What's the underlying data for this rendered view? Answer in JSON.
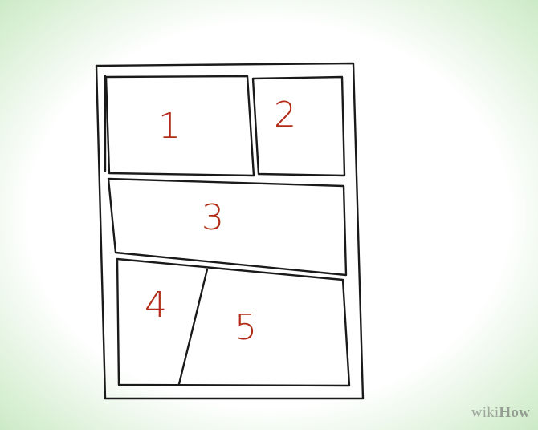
{
  "colors": {
    "background": "#ffffff",
    "vignette": "#c9e9c3",
    "border_stroke": "#1a1a1a",
    "label": "#b22b17"
  },
  "panels": [
    {
      "label": "1"
    },
    {
      "label": "2"
    },
    {
      "label": "3"
    },
    {
      "label": "4"
    },
    {
      "label": "5"
    }
  ],
  "watermark": {
    "brand_prefix": "wiki",
    "brand_suffix": "How"
  }
}
